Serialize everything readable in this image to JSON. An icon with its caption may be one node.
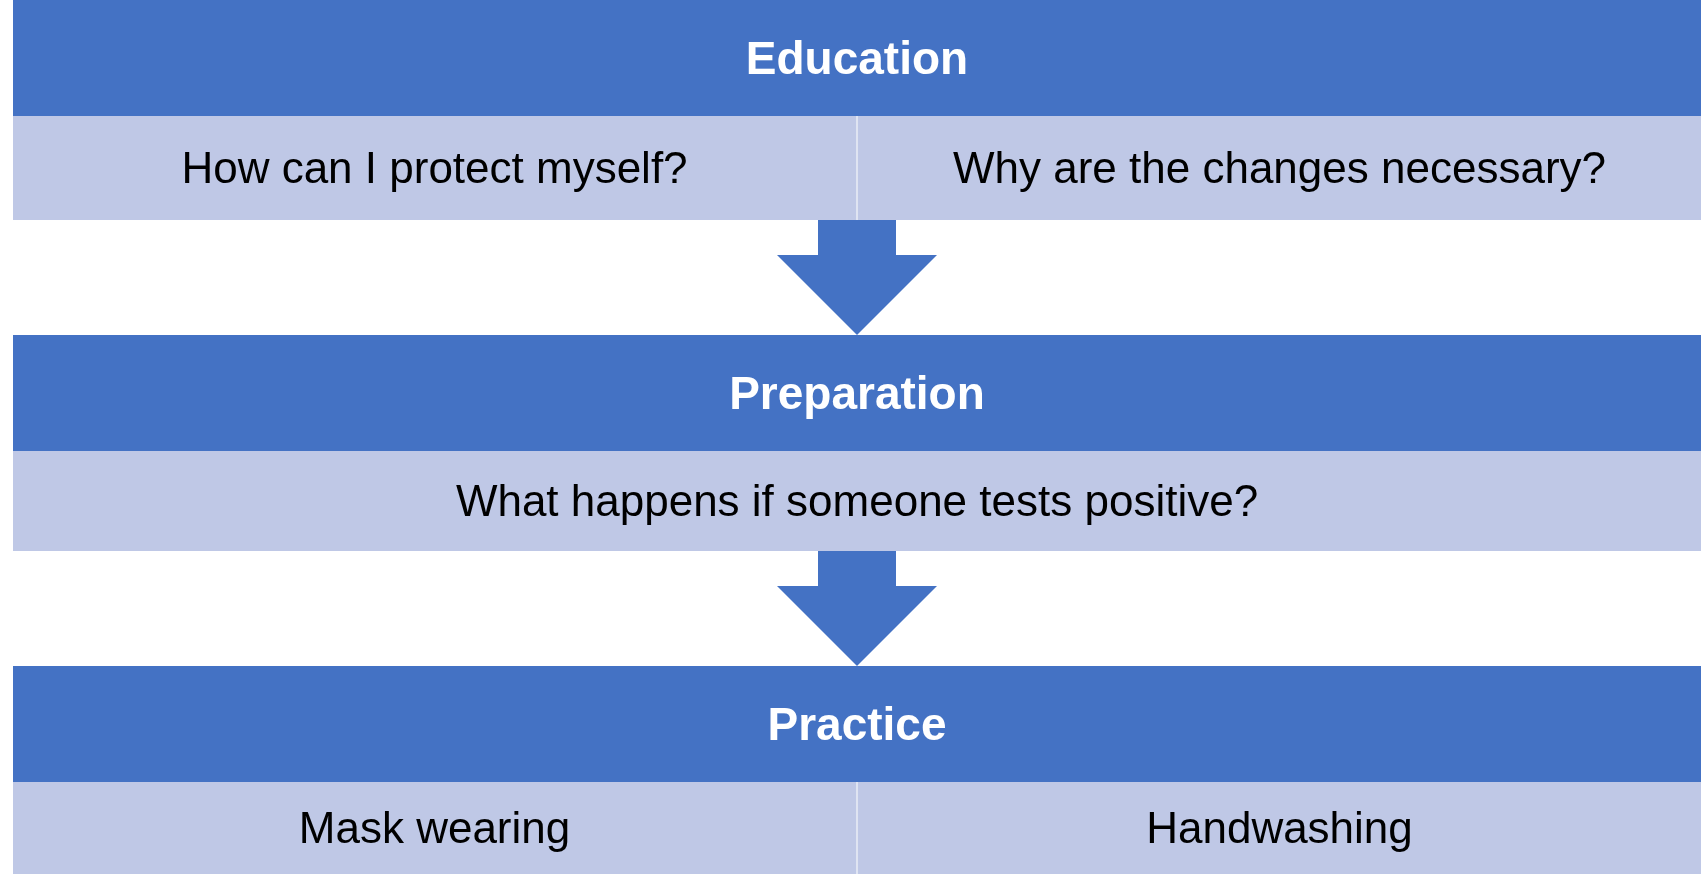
{
  "diagram": {
    "nodes": [
      {
        "text": [
          "Education"
        ]
      },
      {
        "text": [
          "How can I protect myself?"
        ],
        "in": 0
      },
      {
        "text": [
          "Why are the changes necessary?"
        ],
        "in": 0
      },
      {
        "text": [
          "Preparation"
        ]
      },
      {
        "text": [
          "What happens if someone tests positive?"
        ],
        "in": 3
      },
      {
        "text": [
          "Practice"
        ]
      },
      {
        "text": [
          "Mask wearing"
        ],
        "in": 5
      },
      {
        "text": [
          "Handwashing"
        ],
        "in": 5
      }
    ],
    "edges": [
      {
        "from": 0,
        "to": 3,
        "arrow": "to"
      },
      {
        "from": 3,
        "to": 5,
        "arrow": "to"
      }
    ]
  }
}
